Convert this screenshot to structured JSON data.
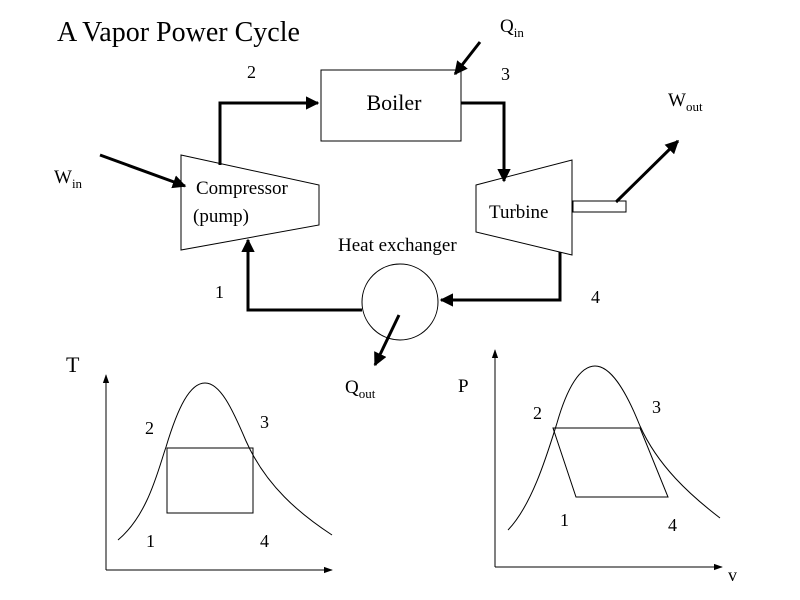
{
  "title": "A Vapor Power Cycle",
  "components": {
    "boiler": "Boiler",
    "turbine": "Turbine",
    "compressor_line1": "Compressor",
    "compressor_line2": "(pump)",
    "heat_exchanger": "Heat exchanger"
  },
  "energy_labels": {
    "q_in": {
      "main": "Q",
      "sub": "in"
    },
    "q_out": {
      "main": "Q",
      "sub": "out"
    },
    "w_in": {
      "main": "W",
      "sub": "in"
    },
    "w_out": {
      "main": "W",
      "sub": "out"
    }
  },
  "state_points": {
    "s1": "1",
    "s2": "2",
    "s3": "3",
    "s4": "4"
  },
  "ts_diagram": {
    "y_axis": "T",
    "points": {
      "p1": "1",
      "p2": "2",
      "p3": "3",
      "p4": "4"
    }
  },
  "pv_diagram": {
    "y_axis": "P",
    "x_axis": "v",
    "points": {
      "p1": "1",
      "p2": "2",
      "p3": "3",
      "p4": "4"
    }
  }
}
